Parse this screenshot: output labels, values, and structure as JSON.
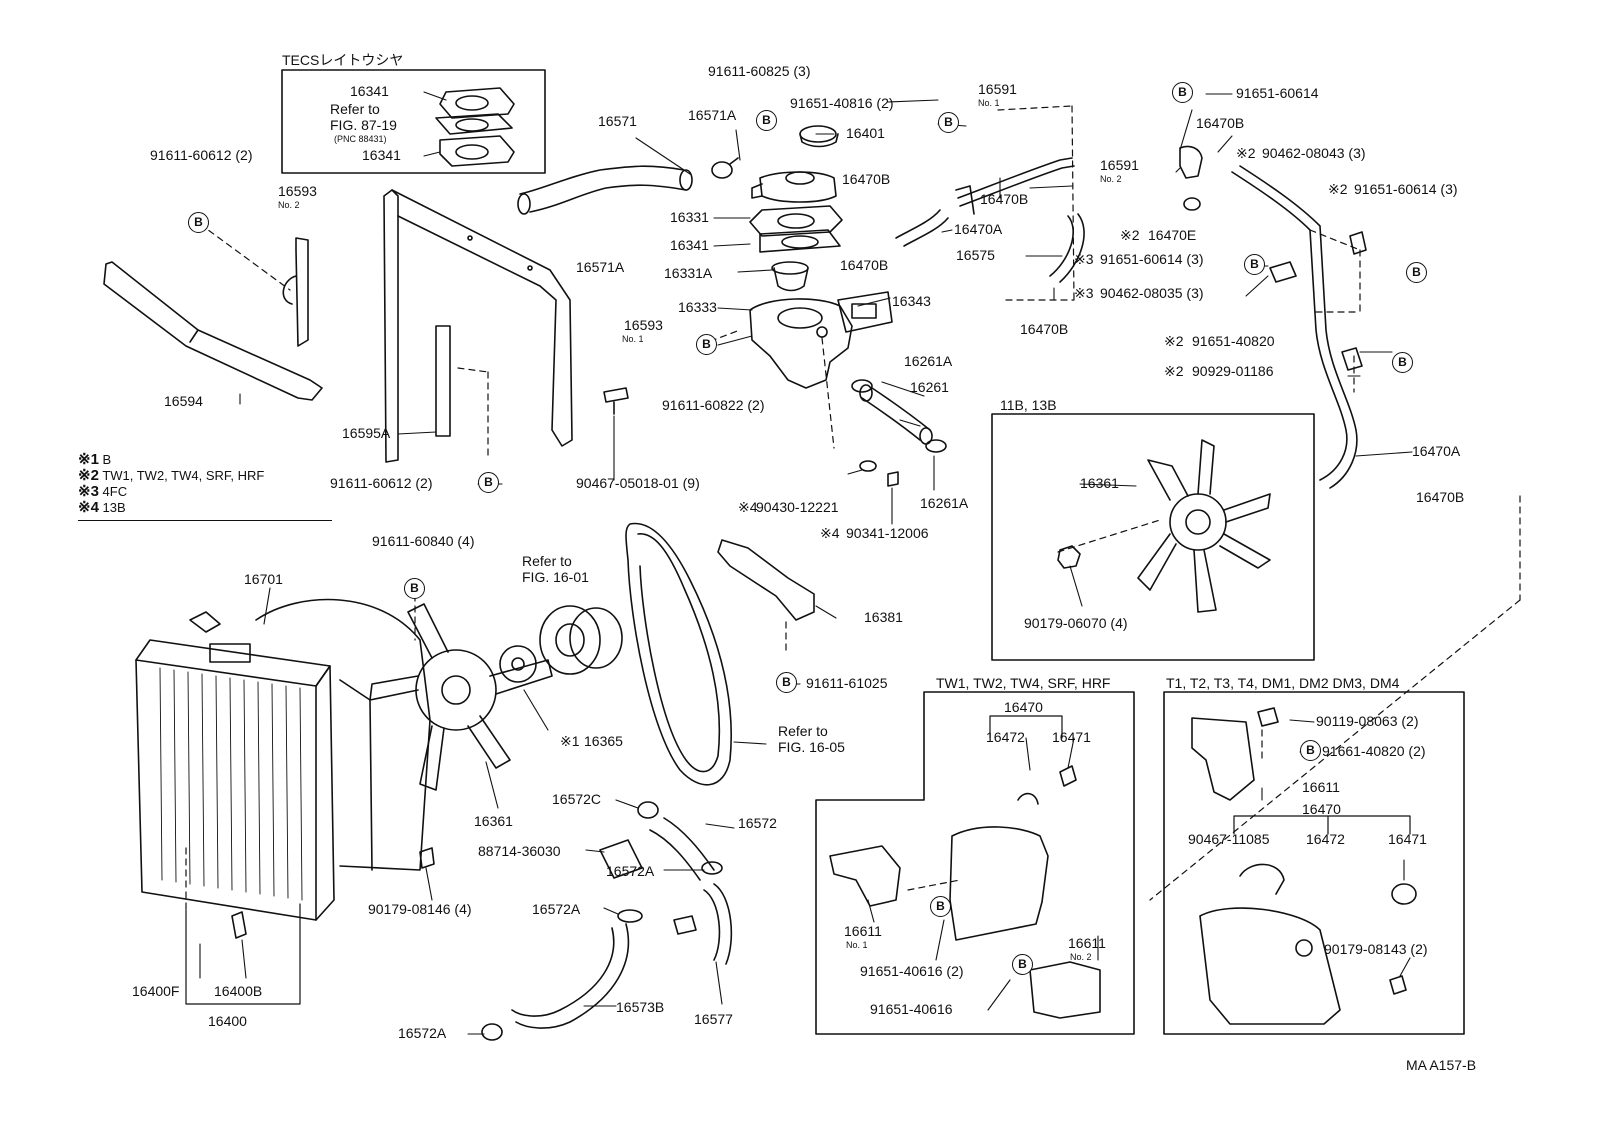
{
  "tecs_box": {
    "title": "TECSレイトウシヤ",
    "refer": [
      "Refer to",
      "FIG. 87-19",
      "(PNC 88431)"
    ],
    "part_top": "16341",
    "part_bottom": "16341"
  },
  "callout_symbol": "B",
  "labels": {
    "p91611_60825": "91611-60825 (3)",
    "p16571": "16571",
    "p16571A_top": "16571A",
    "p16571A_bottom": "16571A",
    "p16401": "16401",
    "p91651_40816": "91651-40816 (2)",
    "p16591_no1": "16591",
    "no1_a": "No. 1",
    "p91611_60612_top": "91611-60612 (2)",
    "p16593_no2": "16593",
    "no2_a": "No. 2",
    "p16470B_a": "16470B",
    "p16331": "16331",
    "p16341_mid": "16341",
    "p16470B_b": "16470B",
    "p16470A_mid": "16470A",
    "p16470B_c": "16470B",
    "p16575": "16575",
    "p16331A": "16331A",
    "p16333": "16333",
    "p16343": "16343",
    "p16593_no1": "16593",
    "no1_b": "No. 1",
    "p16470B_d": "16470B",
    "p91611_60822": "91611-60822 (2)",
    "p16261A_top": "16261A",
    "p16261": "16261",
    "p16261A_bottom": "16261A",
    "p16594": "16594",
    "p16595A": "16595A",
    "p91611_60612_bot": "91611-60612 (2)",
    "p90467_05018": "90467-05018-01 (9)",
    "p90430_12221": "90430-12221",
    "p90341_12006": "90341-12006",
    "p91651_60614_top": "91651-60614",
    "p16470B_r": "16470B",
    "p16591_no2": "16591",
    "no2_b": "No. 2",
    "p90462_08043": "90462-08043 (3)",
    "p91651_60614_3a": "91651-60614 (3)",
    "p16470E": "16470E",
    "p91651_60614_3b": "91651-60614 (3)",
    "p90462_08035": "90462-08035 (3)",
    "p91651_40820": "91651-40820",
    "p90929_01186": "90929-01186",
    "p16470A_r": "16470A",
    "p16470B_rb": "16470B",
    "fan_box_title": "11B, 13B",
    "p16361_box": "16361",
    "p90179_06070": "90179-06070 (4)",
    "p91611_60840": "91611-60840 (4)",
    "p16701": "16701",
    "refer_fig1601": [
      "Refer to",
      "FIG. 16-01"
    ],
    "p16381": "16381",
    "p91611_61025": "91611-61025",
    "p16365": "16365",
    "refer_fig1605": [
      "Refer to",
      "FIG. 16-05"
    ],
    "p16361_main": "16361",
    "p16572C": "16572C",
    "p16572": "16572",
    "p88714_36030": "88714-36030",
    "p16572A_a": "16572A",
    "p16572A_b": "16572A",
    "p90179_08146": "90179-08146 (4)",
    "p16400F": "16400F",
    "p16400B": "16400B",
    "p16400": "16400",
    "p16573B": "16573B",
    "p16572A_c": "16572A",
    "p16577": "16577",
    "drawing_code": "MA A157-B"
  },
  "legend": [
    {
      "mark": "※1",
      "text": "B"
    },
    {
      "mark": "※2",
      "text": "TW1, TW2, TW4, SRF, HRF"
    },
    {
      "mark": "※3",
      "text": "4FC"
    },
    {
      "mark": "※4",
      "text": "13B"
    }
  ],
  "refmarks": {
    "r2": "※2",
    "r3": "※3",
    "r4": "※4",
    "r1": "※1"
  },
  "tw_box": {
    "title": "TW1, TW2, TW4, SRF, HRF",
    "p16470": "16470",
    "p16472": "16472",
    "p16471": "16471",
    "p16611_no1": "16611",
    "no1": "No. 1",
    "p91651_40616_2": "91651-40616 (2)",
    "p16611_no2": "16611",
    "no2": "No. 2",
    "p91651_40616": "91651-40616"
  },
  "t_box": {
    "title": "T1, T2, T3, T4, DM1, DM2 DM3, DM4",
    "p90119_08063": "90119-08063 (2)",
    "p91661_40820": "91661-40820 (2)",
    "p16611": "16611",
    "p16470": "16470",
    "p90467_11085": "90467-11085",
    "p16472": "16472",
    "p16471": "16471",
    "p90179_08143": "90179-08143 (2)"
  }
}
